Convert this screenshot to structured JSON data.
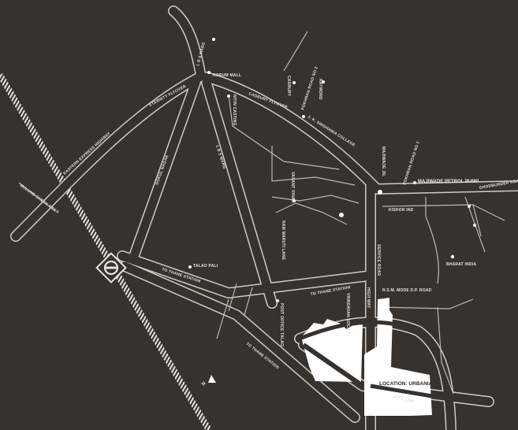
{
  "map": {
    "background_color": "#363230",
    "line_color": "#cfcac3",
    "site_color": "#ffffff",
    "location_label": "LOCATION: URBANIA",
    "north_label": "N",
    "roads": {
      "eastern_express_highway": "EASTERN EXPRESS HIGHWAY",
      "eternity_flyover": "ETERNITY FLYOVER",
      "mulund_check_naka": "MULUND CHECK NAKA",
      "lbs_marg_north": "L B S MARG",
      "lbs_marg_south": "L B S MARG",
      "gokul_nagar": "GOKUL NAGAR",
      "cadbury_flyover": "CADBURY FLYOVER",
      "pokhran_road_1": "POKHRAN ROAD NO 1",
      "pokhran_road_2": "POKHRAN ROAD NO 2",
      "ghodbunder_road": "GHODBUNDER ROAD",
      "to_thane_station_1": "TO THANE STATION",
      "to_thane_station_2": "TO THANE STATION",
      "to_thane_station_3": "TO THANE STATION",
      "high_way": "HIGH WAY",
      "service_road": "SERVICE ROAD",
      "dp_road": "R.S.M. MODE D.P. ROAD",
      "kishor_ind": "KISHOR IND",
      "majiwade_jn": "MAJIWADE JN.",
      "pipe_line": "PIPE LINE"
    },
    "landmarks": {
      "korum_mall": "KORUM MALL",
      "nitin_casting": "NITIN CASTING",
      "cadbury": "CADBURY",
      "raymond": "RAYMOND",
      "jk_singhania_college": "J. K. SINGHANIA COLLEGE",
      "majiwade_petrol_pump": "MAJIWADE PETROL PUMP",
      "bharat_india": "BHARAT INDIA",
      "talao_pali": "TALAO PALI",
      "post_office_talao": "POST OFFICE TALAO",
      "vrindavan_society": "VRINDAVAN SOCIETY",
      "vasant_vihar": "VASANT VIHAR",
      "ram_maruti_lane": "RAM MARUTI LANE"
    },
    "station_icon": "railway-station-icon"
  }
}
